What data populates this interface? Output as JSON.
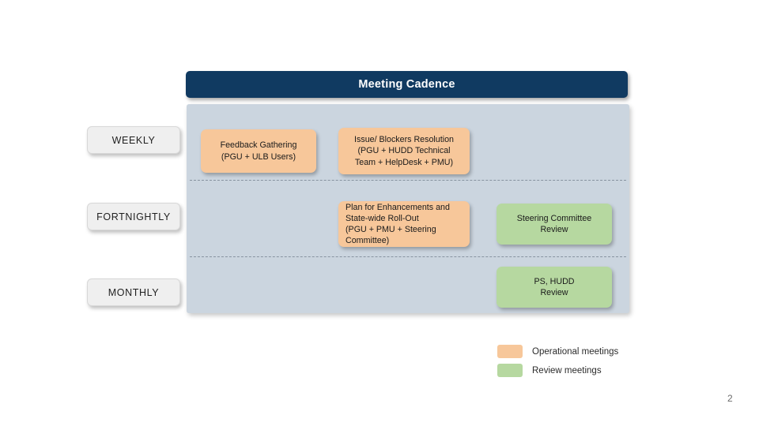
{
  "slide": {
    "title": "Meeting Cadence",
    "page_number": "2",
    "colors": {
      "header_bar": "#103A61",
      "panel_background": "#CBD5DF",
      "operational": "#F7C79A",
      "review": "#B6D8A0",
      "label_pill": "#EFEFEF"
    }
  },
  "cadence_labels": [
    {
      "label": "WEEKLY"
    },
    {
      "label": "FORTNIGHTLY"
    },
    {
      "label": "MONTHLY"
    }
  ],
  "meetings": [
    {
      "id": "feedback-gathering",
      "text": "Feedback Gathering\n(PGU + ULB Users)",
      "category": "Operational meetings",
      "cadence": "WEEKLY"
    },
    {
      "id": "issue-blockers-resolution",
      "text": "Issue/ Blockers Resolution\n(PGU + HUDD Technical\nTeam + HelpDesk + PMU)",
      "category": "Operational meetings",
      "cadence": "WEEKLY"
    },
    {
      "id": "plan-for-enhancements",
      "text": "Plan for Enhancements and\nState-wide Roll-Out\n(PGU + PMU +  Steering\nCommittee)",
      "category": "Operational meetings",
      "cadence": "FORTNIGHTLY"
    },
    {
      "id": "steering-committee-review",
      "text": "Steering Committee\nReview",
      "category": "Review meetings",
      "cadence": "FORTNIGHTLY"
    },
    {
      "id": "ps-hudd-review",
      "text": "PS, HUDD\nReview",
      "category": "Review meetings",
      "cadence": "MONTHLY"
    }
  ],
  "legend": [
    {
      "label": "Operational meetings",
      "color": "#F7C79A"
    },
    {
      "label": "Review meetings",
      "color": "#B6D8A0"
    }
  ]
}
